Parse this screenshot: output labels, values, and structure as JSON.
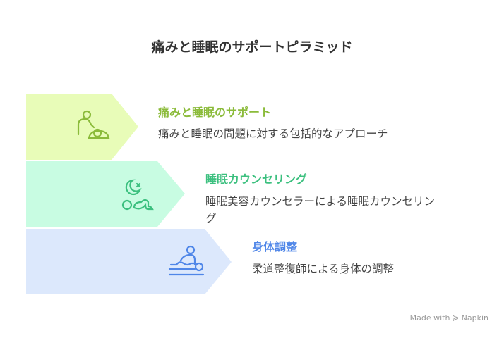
{
  "title": "痛みと睡眠のサポートピラミッド",
  "levels": [
    {
      "heading": "痛みと睡眠のサポート",
      "description": "痛みと睡眠の問題に対する包括的なアプローチ",
      "icon": "caregiver-icon",
      "color": "#8bbb3a",
      "fill": "#e8fcb8"
    },
    {
      "heading": "睡眠カウンセリング",
      "description": "睡眠美容カウンセラーによる睡眠カウンセリング",
      "icon": "sleep-moon-icon",
      "color": "#3cc07f",
      "fill": "#c8fce2"
    },
    {
      "heading": "身体調整",
      "description": "柔道整復師による身体の調整",
      "icon": "massage-icon",
      "color": "#4f86e8",
      "fill": "#dce8fc"
    }
  ],
  "footer": "Made with ≽ Napkin"
}
